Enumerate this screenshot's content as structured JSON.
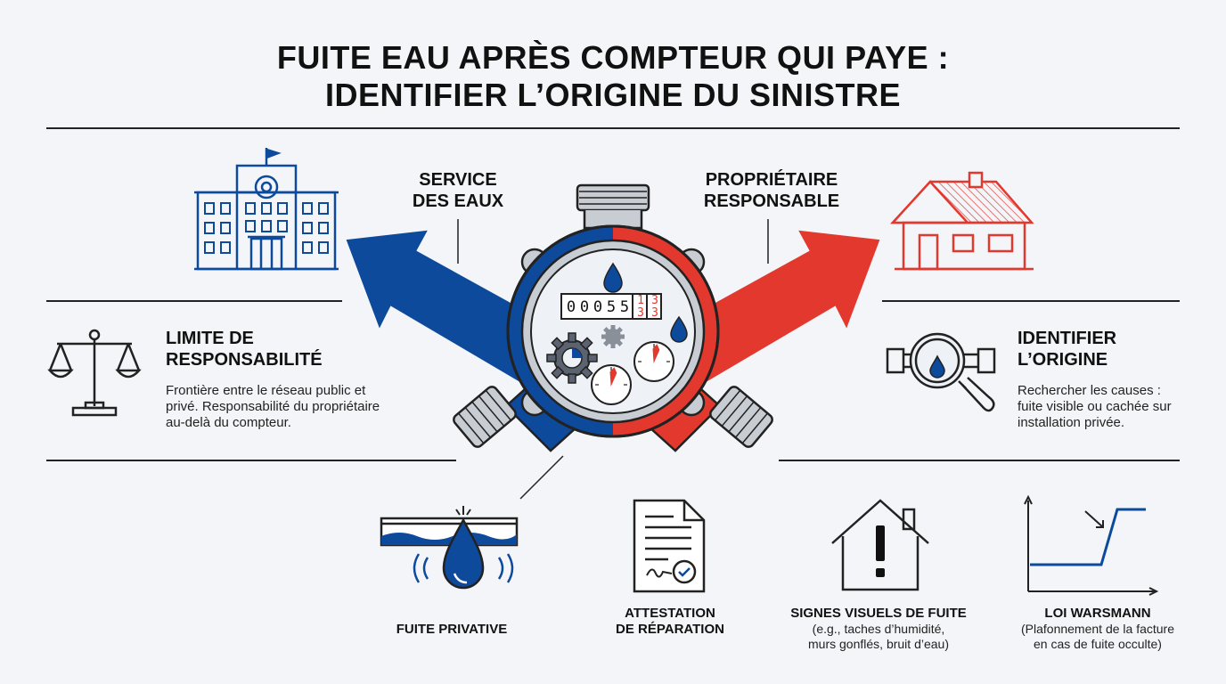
{
  "title": {
    "line1": "FUITE EAU APRÈS COMPTEUR QUI PAYE :",
    "line2": "IDENTIFIER L’ORIGINE DU SINISTRE"
  },
  "top_left_label": {
    "line1": "SERVICE",
    "line2": "DES EAUX"
  },
  "top_right_label": {
    "line1": "PROPRIÉTAIRE",
    "line2": "RESPONSABLE"
  },
  "meter": {
    "digits": [
      "0",
      "0",
      "0",
      "5",
      "5"
    ],
    "red_digits": [
      {
        "top": "1",
        "bottom": "3"
      },
      {
        "top": "3",
        "bottom": "3"
      }
    ]
  },
  "left_section": {
    "title_line1": "LIMITE DE",
    "title_line2": "RESPONSABILITÉ",
    "desc_line1": "Frontière entre le réseau public et",
    "desc_line2": "privé. Responsabilité du propriétaire",
    "desc_line3": "au-delà du compteur."
  },
  "right_section": {
    "title_line1": "IDENTIFIER",
    "title_line2": "L’ORIGINE",
    "desc_line1": "Rechercher les causes :",
    "desc_line2": "fuite visible ou cachée sur",
    "desc_line3": "installation privée."
  },
  "bottom": {
    "item1": {
      "title": "FUITE PRIVATIVE"
    },
    "item2": {
      "title_line1": "ATTESTATION",
      "title_line2": "DE RÉPARATION"
    },
    "item3": {
      "title": "SIGNES VISUELS DE FUITE",
      "sub_line1": "(e.g., taches d’humidité,",
      "sub_line2": "murs gonflés, bruit d’eau)"
    },
    "item4": {
      "title": "LOI WARSMANN",
      "sub_line1": "(Plafonnement de la facture",
      "sub_line2": "en cas de fuite occulte)"
    }
  },
  "colors": {
    "blue": "#0d4a9c",
    "red": "#e2382e",
    "dark": "#1a1a1a",
    "background": "#f3f5f8"
  },
  "icons": [
    "city-hall-icon",
    "house-icon",
    "scales-icon",
    "magnifier-pipe-icon",
    "leak-pipe-icon",
    "certificate-document-icon",
    "house-warning-icon",
    "capped-bill-chart-icon"
  ]
}
